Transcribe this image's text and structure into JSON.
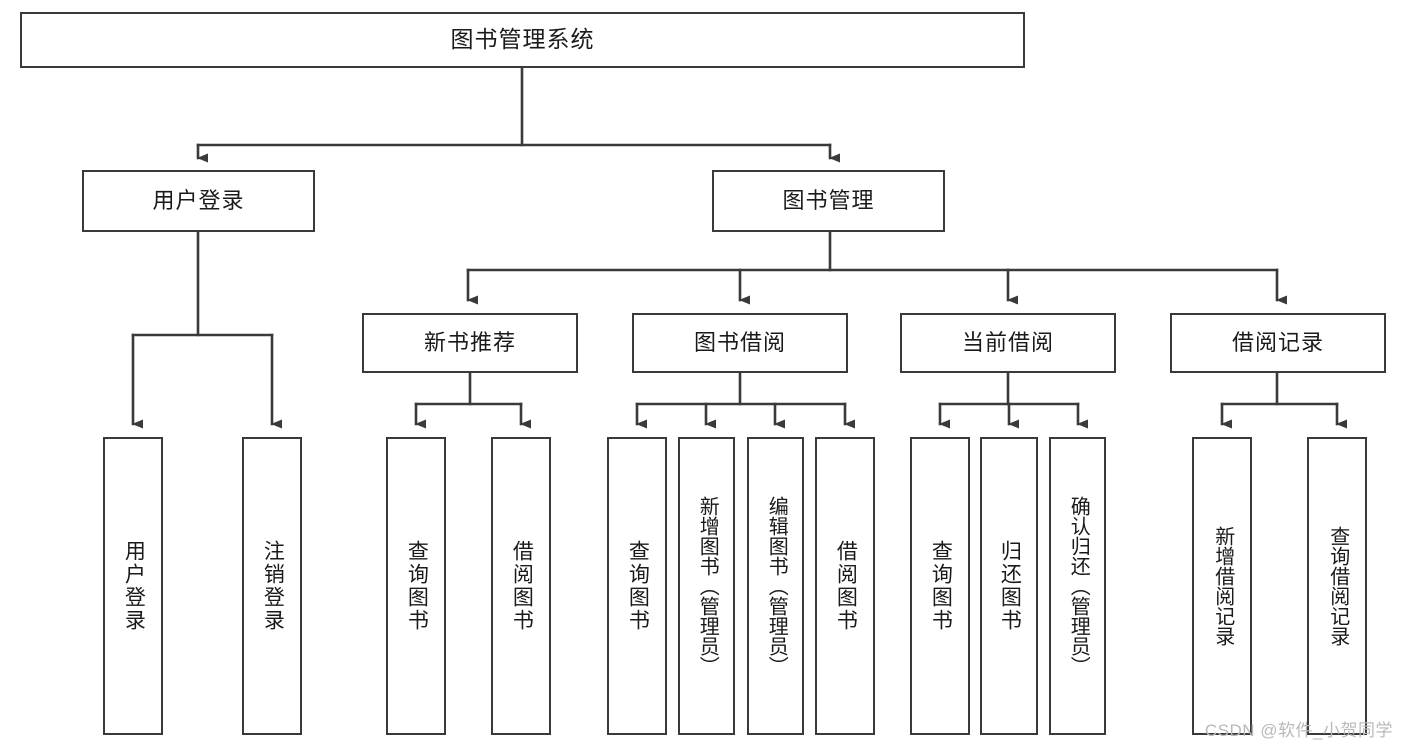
{
  "diagram": {
    "title": "图书管理系统",
    "type": "tree-hierarchy-diagram",
    "theme": {
      "background": "#ffffff",
      "box_border": "#3a3a3a",
      "box_fill": "#ffffff",
      "text": "#1a1a1a",
      "connector": "#3a3a3a",
      "watermark": "#b9b9b9"
    },
    "root": {
      "label": "图书管理系统"
    },
    "level2": [
      {
        "label": "用户登录"
      },
      {
        "label": "图书管理"
      }
    ],
    "level3": [
      {
        "label": "新书推荐"
      },
      {
        "label": "图书借阅"
      },
      {
        "label": "当前借阅"
      },
      {
        "label": "借阅记录"
      }
    ],
    "leaves": {
      "user_login": [
        {
          "label": "用户登录"
        },
        {
          "label": "注销登录"
        }
      ],
      "new_book": [
        {
          "label": "查询图书"
        },
        {
          "label": "借阅图书"
        }
      ],
      "book_borrow": [
        {
          "label": "查询图书"
        },
        {
          "label": "新增图书（管理员）"
        },
        {
          "label": "编辑图书（管理员）"
        },
        {
          "label": "借阅图书"
        }
      ],
      "current_borrow": [
        {
          "label": "查询图书"
        },
        {
          "label": "归还图书"
        },
        {
          "label": "确认归还（管理员）"
        }
      ],
      "borrow_record": [
        {
          "label": "新增借阅记录"
        },
        {
          "label": "查询借阅记录"
        }
      ]
    },
    "watermark": "CSDN @软件_小贺同学"
  }
}
